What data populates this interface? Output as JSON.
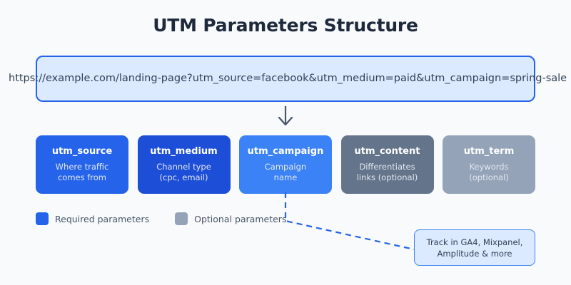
{
  "page": {
    "title": "UTM Parameters Structure",
    "background_color": "#f8fafc",
    "title_color": "#1e293b"
  },
  "url_example": {
    "value": "https://example.com/landing-page?utm_source=facebook&utm_medium=paid&utm_campaign=spring-sale",
    "fill_color": "#dbeafe",
    "border_color": "#2563eb"
  },
  "flow_arrow": {
    "icon": "arrow-down-icon",
    "color": "#475569"
  },
  "parameters": [
    {
      "key": "utm_source",
      "description_line1": "Where traffic",
      "description_line2": "comes from",
      "color": "#2563eb",
      "required": true
    },
    {
      "key": "utm_medium",
      "description_line1": "Channel type",
      "description_line2": "(cpc, email)",
      "color": "#1d4ed8",
      "required": true
    },
    {
      "key": "utm_campaign",
      "description_line1": "Campaign",
      "description_line2": "name",
      "color": "#3b82f6",
      "required": true
    },
    {
      "key": "utm_content",
      "description_line1": "Differentiates",
      "description_line2": "links (optional)",
      "color": "#64748b",
      "required": false
    },
    {
      "key": "utm_term",
      "description_line1": "Keywords",
      "description_line2": "(optional)",
      "color": "#94a3b8",
      "required": false
    }
  ],
  "legend": [
    {
      "label": "Required parameters",
      "color": "#2563eb"
    },
    {
      "label": "Optional parameters",
      "color": "#94a3b8"
    }
  ],
  "callout": {
    "line1": "Track in GA4, Mixpanel,",
    "line2": "Amplitude & more",
    "fill_color": "#dbeafe",
    "border_color": "#3b82f6"
  },
  "connector": {
    "style": "dashed",
    "color": "#2563eb"
  }
}
